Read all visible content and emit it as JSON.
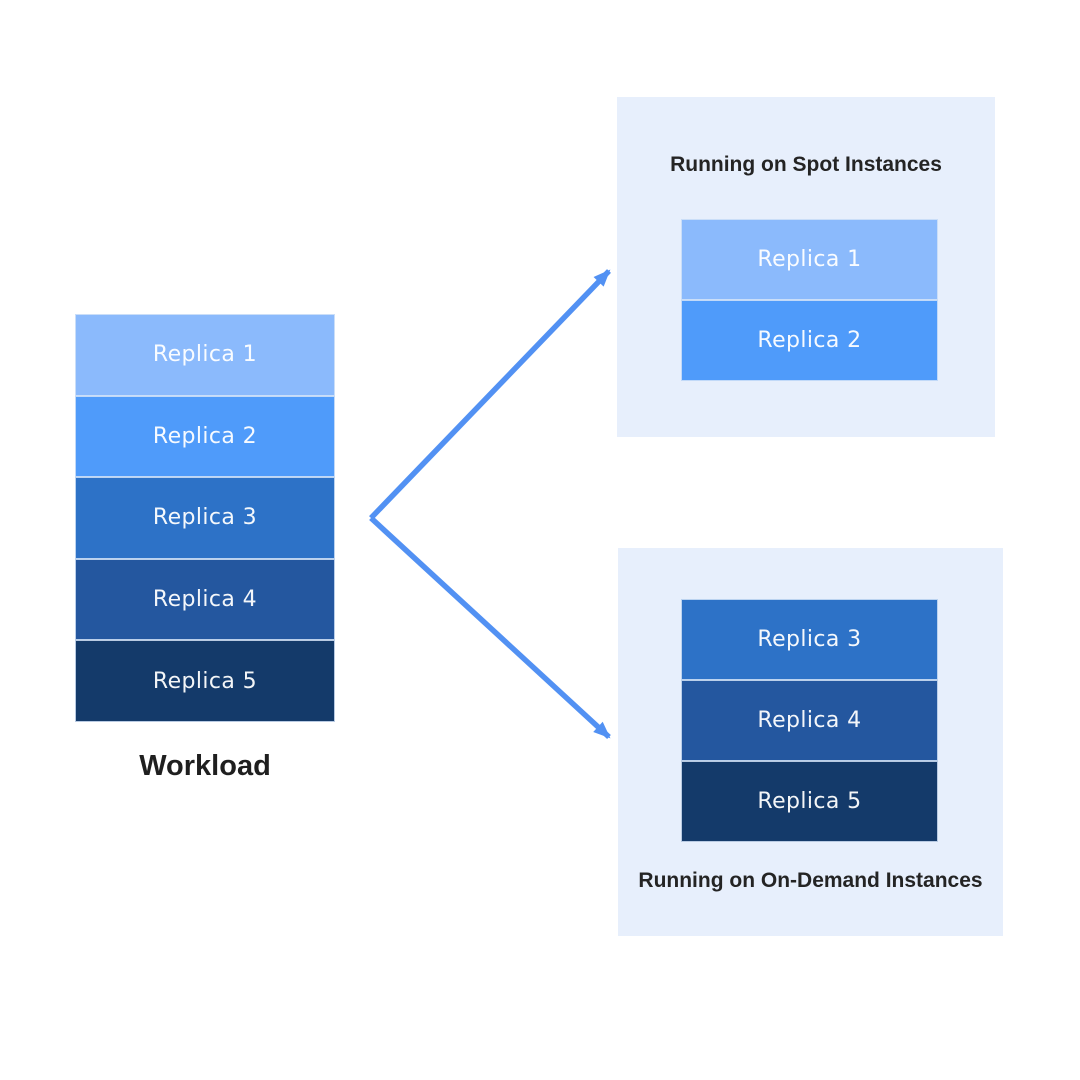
{
  "diagram": {
    "background": "#ffffff",
    "panel_bg": "#e7effc",
    "arrow_color": "#5291f3",
    "heading_color": "#242424"
  },
  "workload": {
    "title": "Workload",
    "replicas": [
      {
        "label": "Replica 1",
        "color": "#8bbafc"
      },
      {
        "label": "Replica 2",
        "color": "#4f9bfa"
      },
      {
        "label": "Replica 3",
        "color": "#2d72c7"
      },
      {
        "label": "Replica 4",
        "color": "#24579f"
      },
      {
        "label": "Replica 5",
        "color": "#143a6a"
      }
    ]
  },
  "spot_panel": {
    "title": "Running on Spot Instances",
    "replicas": [
      {
        "label": "Replica 1",
        "color": "#8bbafc"
      },
      {
        "label": "Replica 2",
        "color": "#4f9bfa"
      }
    ]
  },
  "on_demand_panel": {
    "title": "Running on On-Demand Instances",
    "replicas": [
      {
        "label": "Replica 3",
        "color": "#2d72c7"
      },
      {
        "label": "Replica 4",
        "color": "#24579f"
      },
      {
        "label": "Replica 5",
        "color": "#143a6a"
      }
    ]
  }
}
